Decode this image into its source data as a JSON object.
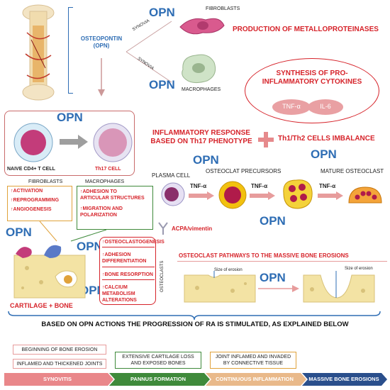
{
  "opn_label": "OPN",
  "top": {
    "osteopontin": "OSTEOPONTIN\n(OPN)",
    "synovia": "SYNOVIA",
    "fibroblasts": "FIBROBLASTS",
    "macrophages": "MACROPHAGES",
    "metalloproteinases": "PRODUCTION OF METALLOPROTEINASES",
    "cytokines_title": "SYNTHESIS OF PRO-\nINFLAMMATORY CYTOKINES",
    "tnf": "TNF-α",
    "il6": "IL-6"
  },
  "tcell": {
    "naive": "NAIVE CD4+ T CELL",
    "th17": "Th17 CELL",
    "inflammatory": "INFLAMMATORY RESPONSE\nBASED ON Th17 PHENOTYPE",
    "imbalance": "Th1/Th2 CELLS IMBALANCE"
  },
  "cells": {
    "plasma": "PLASMA CELL",
    "precursors": "OSTEOCLAT PRECURSORS",
    "mature": "MATURE OSTEOCLAST",
    "tnf": "TNF-α",
    "acpa": "ACPA/vimentin"
  },
  "fibro_box": {
    "title": "FIBROBLASTS",
    "items": [
      "ACTIVATION",
      "REPROGRAMMING",
      "ANGIOGENESIS"
    ]
  },
  "macro_box": {
    "title": "MACROPHAGES",
    "items": [
      "ADHESION TO\nARTICULAR STRUCTURES",
      "MIGRATION AND\nPOLARIZATION"
    ]
  },
  "osteo_box": {
    "side": "OSTEOCLASTS",
    "items": [
      "OSTEOCLASTOGENESIS",
      "ADHESION\nDIFFERENTIATION",
      "BONE RESORPTION",
      "CALCIUM METABOLISM\nALTERATIONS"
    ]
  },
  "cartilage": "CARTILAGE + BONE",
  "erosion": {
    "title": "OSTEOCLAST PATHWAYS TO THE MASSIVE BONE EROSIONS",
    "size1": "Size of erosion",
    "size2": "Size of erosion"
  },
  "bottom": {
    "banner": "BASED ON OPN ACTIONS THE PROGRESSION OF RA IS STIMULATED, AS EXPLAINED BELOW",
    "legend": [
      "BEGINNING OF BONE EROSION",
      "INFLAMED AND THICKENED JOINTS",
      "EXTENSIVE CARTILAGE LOSS\nAND EXPOSED BONES",
      "JOINT INFLAMED AND INVADED\nBY CONNECTIVE TISSUE"
    ],
    "stages": [
      "SYNOVITIS",
      "PANNUS FORMATION",
      "CONTINUOUS INFLAMMATION",
      "MASSIVE BONE EROSIONS"
    ]
  },
  "colors": {
    "opn": "#2e6db4",
    "red": "#d6232a",
    "synovitis": "#e9878a",
    "pannus": "#3f8a3b",
    "continuous": "#e9b98a",
    "massive": "#2a4f8c"
  }
}
